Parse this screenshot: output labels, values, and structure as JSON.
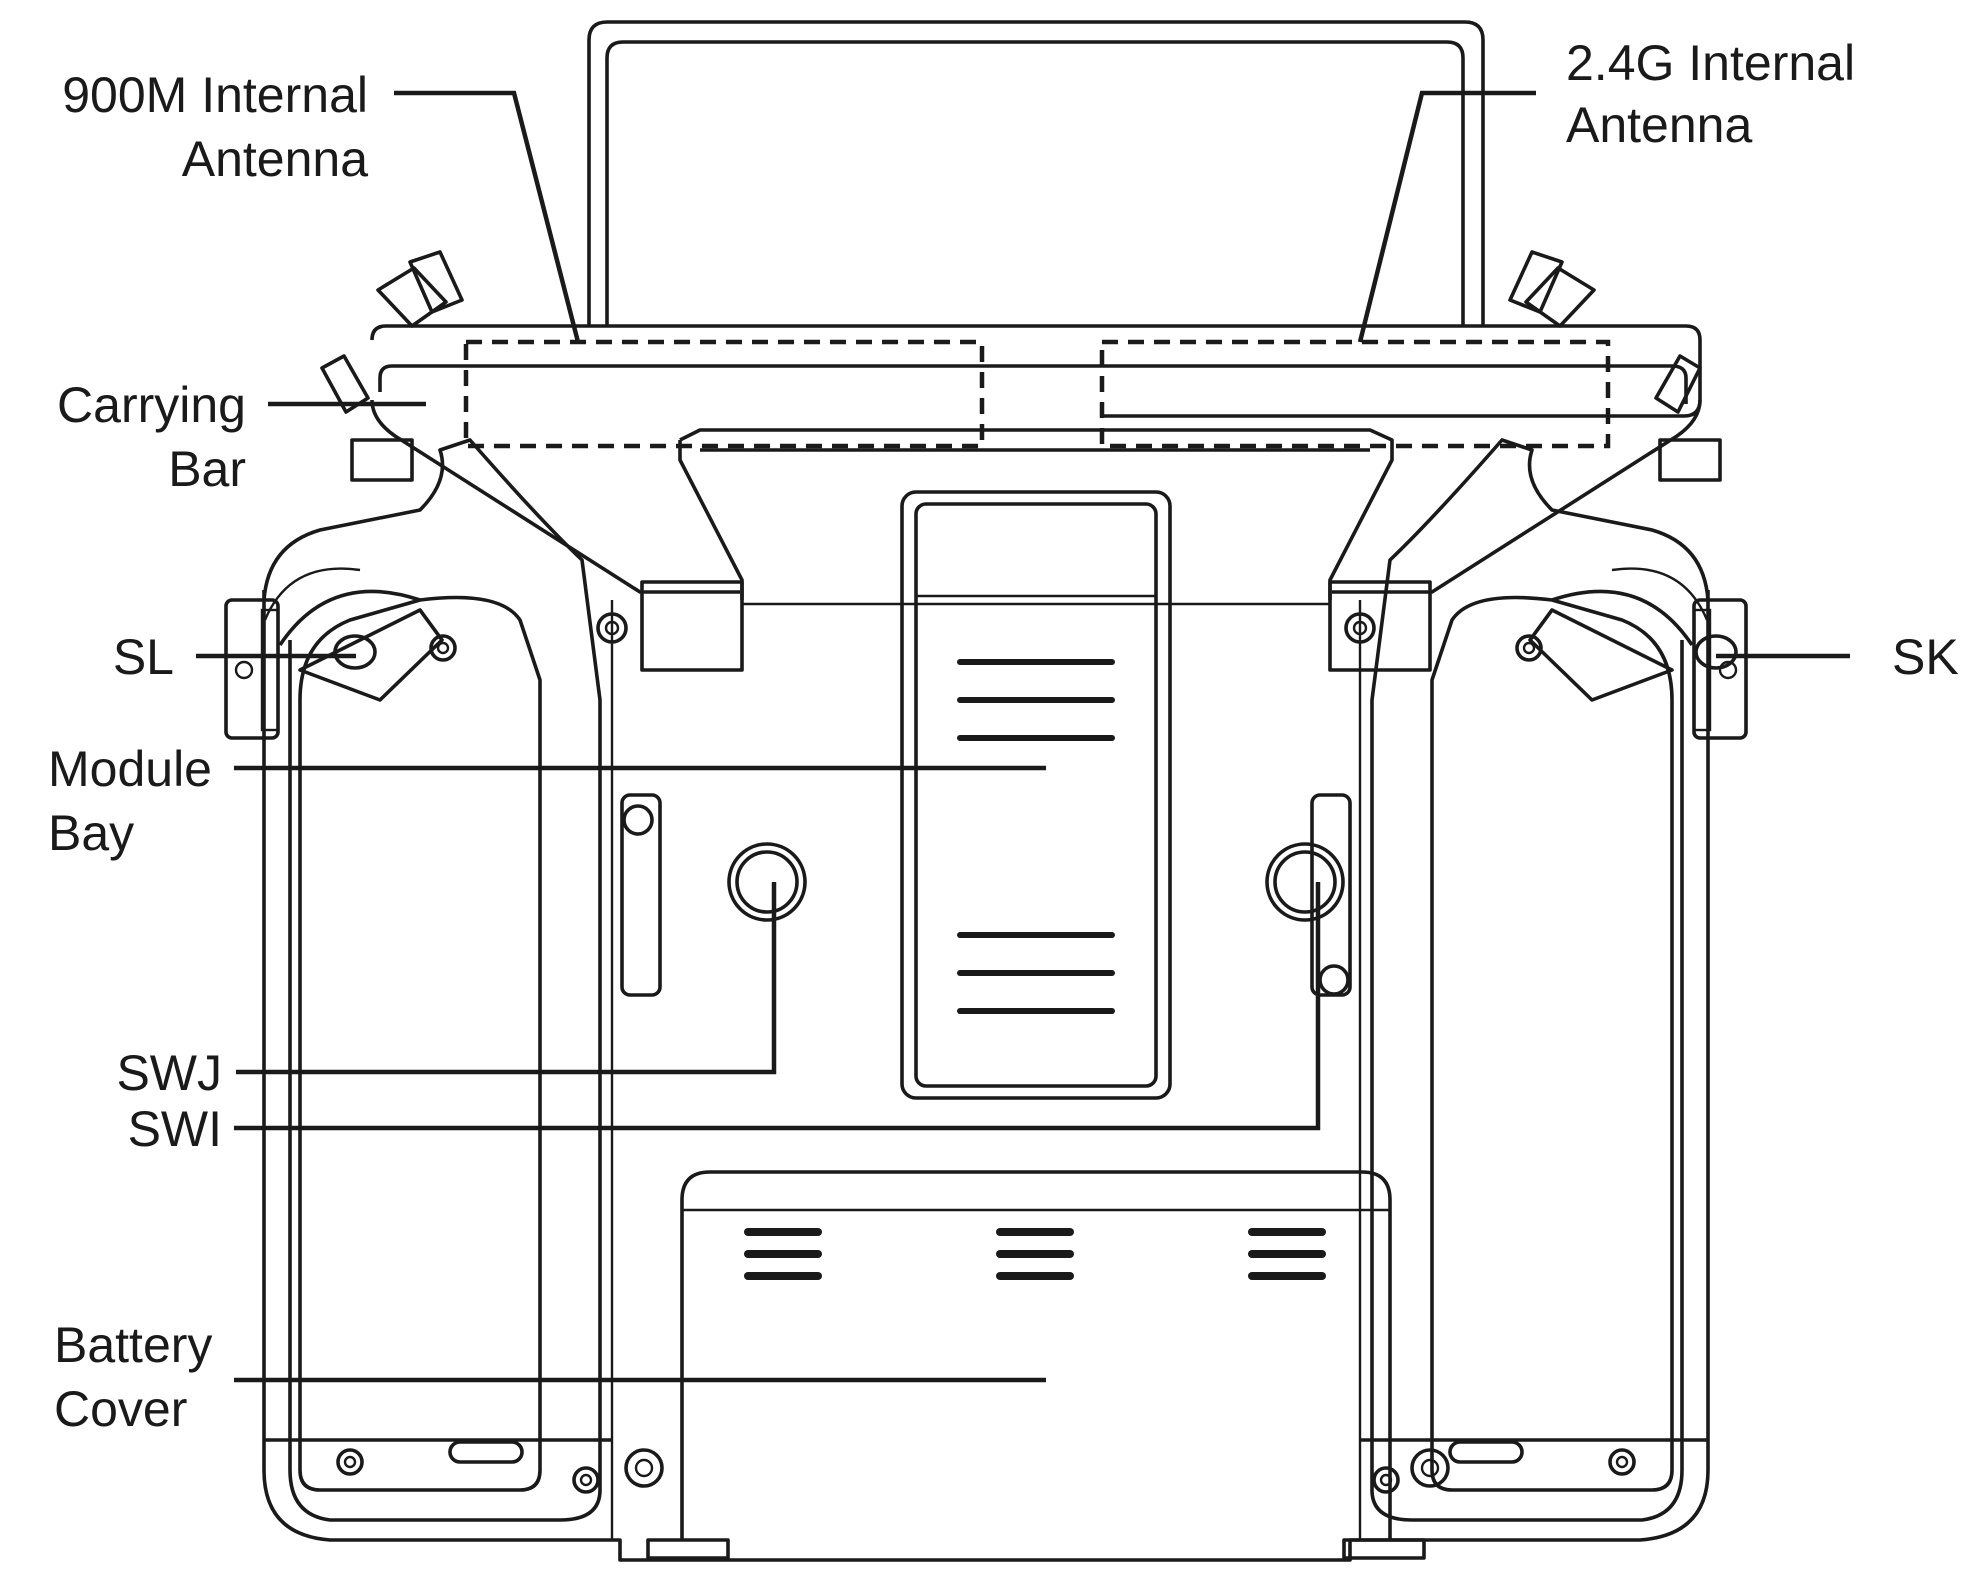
{
  "labels": {
    "antenna_900m_line1": "900M Internal",
    "antenna_900m_line2": "Antenna",
    "antenna_24g_line1": "2.4G Internal",
    "antenna_24g_line2": "Antenna",
    "carrying_bar_line1": "Carrying",
    "carrying_bar_line2": "Bar",
    "sl": "SL",
    "sk": "SK",
    "module_bay_line1": "Module",
    "module_bay_line2": "Bay",
    "swj": "SWJ",
    "swi": "SWI",
    "battery_cover_line1": "Battery",
    "battery_cover_line2": "Cover"
  }
}
